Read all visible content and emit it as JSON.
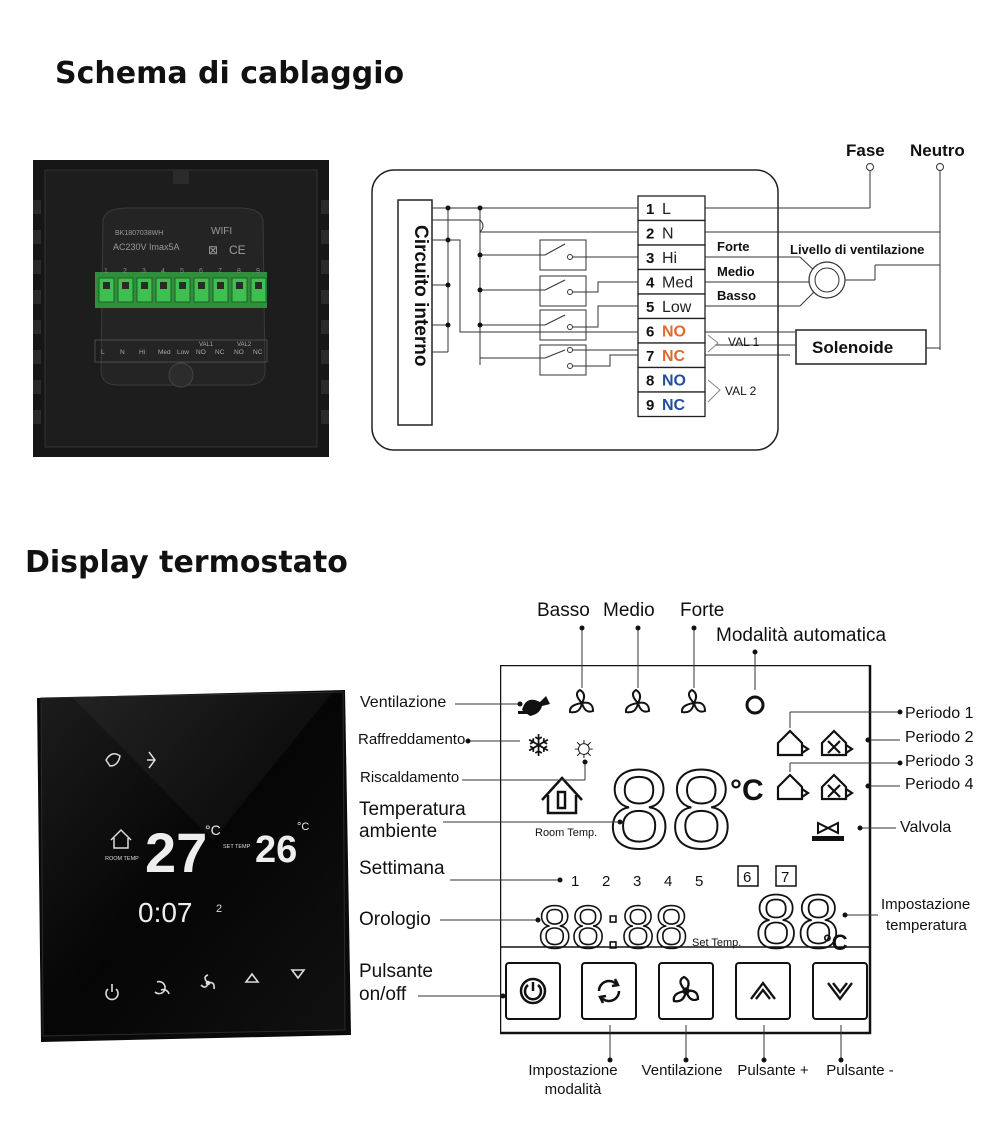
{
  "headings": {
    "wiring": "Schema di cablaggio",
    "display": "Display termostato"
  },
  "wiring": {
    "internal_circuit": "Circuito interno",
    "phase": "Fase",
    "neutral": "Neutro",
    "fan_level": "Livello di ventilazione",
    "solenoid": "Solenoide",
    "val1": "VAL 1",
    "val2": "VAL 2",
    "speeds": [
      "Forte",
      "Medio",
      "Basso"
    ],
    "terminals": [
      {
        "num": "1",
        "label": "L",
        "color": "#222222"
      },
      {
        "num": "2",
        "label": "N",
        "color": "#222222"
      },
      {
        "num": "3",
        "label": "Hi",
        "color": "#222222"
      },
      {
        "num": "4",
        "label": "Med",
        "color": "#222222"
      },
      {
        "num": "5",
        "label": "Low",
        "color": "#222222"
      },
      {
        "num": "6",
        "label": "NO",
        "color": "#e06a2c"
      },
      {
        "num": "7",
        "label": "NC",
        "color": "#e06a2c"
      },
      {
        "num": "8",
        "label": "NO",
        "color": "#1f4f9e"
      },
      {
        "num": "9",
        "label": "NC",
        "color": "#1f4f9e"
      }
    ]
  },
  "device_back": {
    "model": "BK1807038WH",
    "wifi": "WIFI",
    "rating": "AC230V  Imax5A",
    "pins": [
      "1",
      "2",
      "3",
      "4",
      "5",
      "6",
      "7",
      "8",
      "9"
    ],
    "labels": [
      "L",
      "N",
      "Hi",
      "Med",
      "Low",
      "NO",
      "NC",
      "NO",
      "NC"
    ],
    "groups": [
      "VAL1",
      "VAL2"
    ]
  },
  "device_front": {
    "room_temp_label": "ROOM TEMP",
    "room_temp": "27",
    "unit": "°C",
    "set_temp_label": "SET TEMP",
    "set_temp": "26",
    "clock": "0:07",
    "weekday": "2"
  },
  "lcd": {
    "room_temp_label": "Room Temp.",
    "set_temp_label": "Set Temp.",
    "digits_big": "88",
    "clock": "88:88",
    "digits_set": "88",
    "unit": "°C",
    "weekdays": [
      "1",
      "2",
      "3",
      "4",
      "5"
    ],
    "boxed_days": [
      "6",
      "7"
    ]
  },
  "callouts": {
    "basso": "Basso",
    "medio": "Medio",
    "forte": "Forte",
    "auto": "Modalità automatica",
    "ventilazione": "Ventilazione",
    "raffreddamento": "Raffreddamento",
    "riscaldamento": "Riscaldamento",
    "temp_ambiente_1": "Temperatura",
    "temp_ambiente_2": "ambiente",
    "settimana": "Settimana",
    "orologio": "Orologio",
    "pulsante_1": "Pulsante",
    "pulsante_2": "on/off",
    "periodo1": "Periodo 1",
    "periodo2": "Periodo 2",
    "periodo3": "Periodo 3",
    "periodo4": "Periodo 4",
    "valvola": "Valvola",
    "imp_temp_1": "Impostazione",
    "imp_temp_2": "temperatura",
    "imp_mod_1": "Impostazione",
    "imp_mod_2": "modalità",
    "ventilazione_btn": "Ventilazione",
    "pulsante_piu": "Pulsante +",
    "pulsante_meno": "Pulsante -"
  },
  "colors": {
    "no_nc_1": "#e06a2c",
    "no_nc_2": "#1f4f9e",
    "terminal_green": "#3fbf4f",
    "device_bg": "#141414"
  },
  "icons": [
    "fan-icon",
    "snowflake-icon",
    "sun-icon",
    "house-icon",
    "power-icon",
    "mode-icon",
    "up-chevron-icon",
    "down-chevron-icon",
    "valve-icon",
    "auto-mode-icon",
    "period-icon"
  ]
}
